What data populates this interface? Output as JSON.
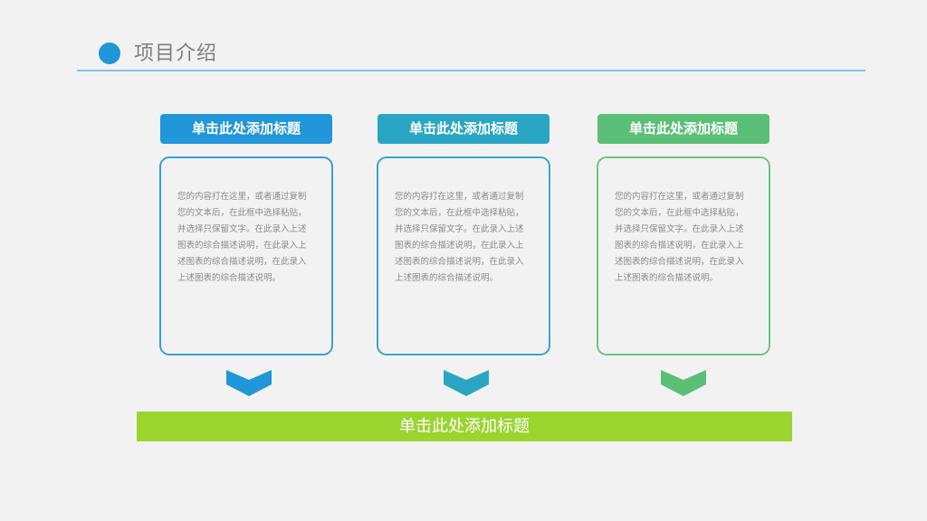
{
  "header": {
    "title": "项目介绍",
    "dot_color": "#2196d9",
    "rule_color": "#86c2e0"
  },
  "columns": [
    {
      "title": "单击此处添加标题",
      "color": "#2196d9",
      "body": "您的内容打在这里，或者通过复制您的文本后，在此框中选择粘贴，并选择只保留文字。在此录入上述图表的综合描述说明，在此录入上述图表的综合描述说明，在此录入上述图表的综合描述说明。",
      "chevron_icon": "chevron-down-icon"
    },
    {
      "title": "单击此处添加标题",
      "color": "#2aa6c4",
      "body": "您的内容打在这里，或者通过复制您的文本后，在此框中选择粘贴，并选择只保留文字。在此录入上述图表的综合描述说明，在此录入上述图表的综合描述说明，在此录入上述图表的综合描述说明。",
      "chevron_icon": "chevron-down-icon"
    },
    {
      "title": "单击此处添加标题",
      "color": "#5cbf78",
      "body": "您的内容打在这里，或者通过复制您的文本后，在此框中选择粘贴，并选择只保留文字。在此录入上述图表的综合描述说明，在此录入上述图表的综合描述说明，在此录入上述图表的综合描述说明。",
      "chevron_icon": "chevron-down-icon"
    }
  ],
  "summary_bar": {
    "title": "单击此处添加标题",
    "color": "#9ad42f"
  }
}
